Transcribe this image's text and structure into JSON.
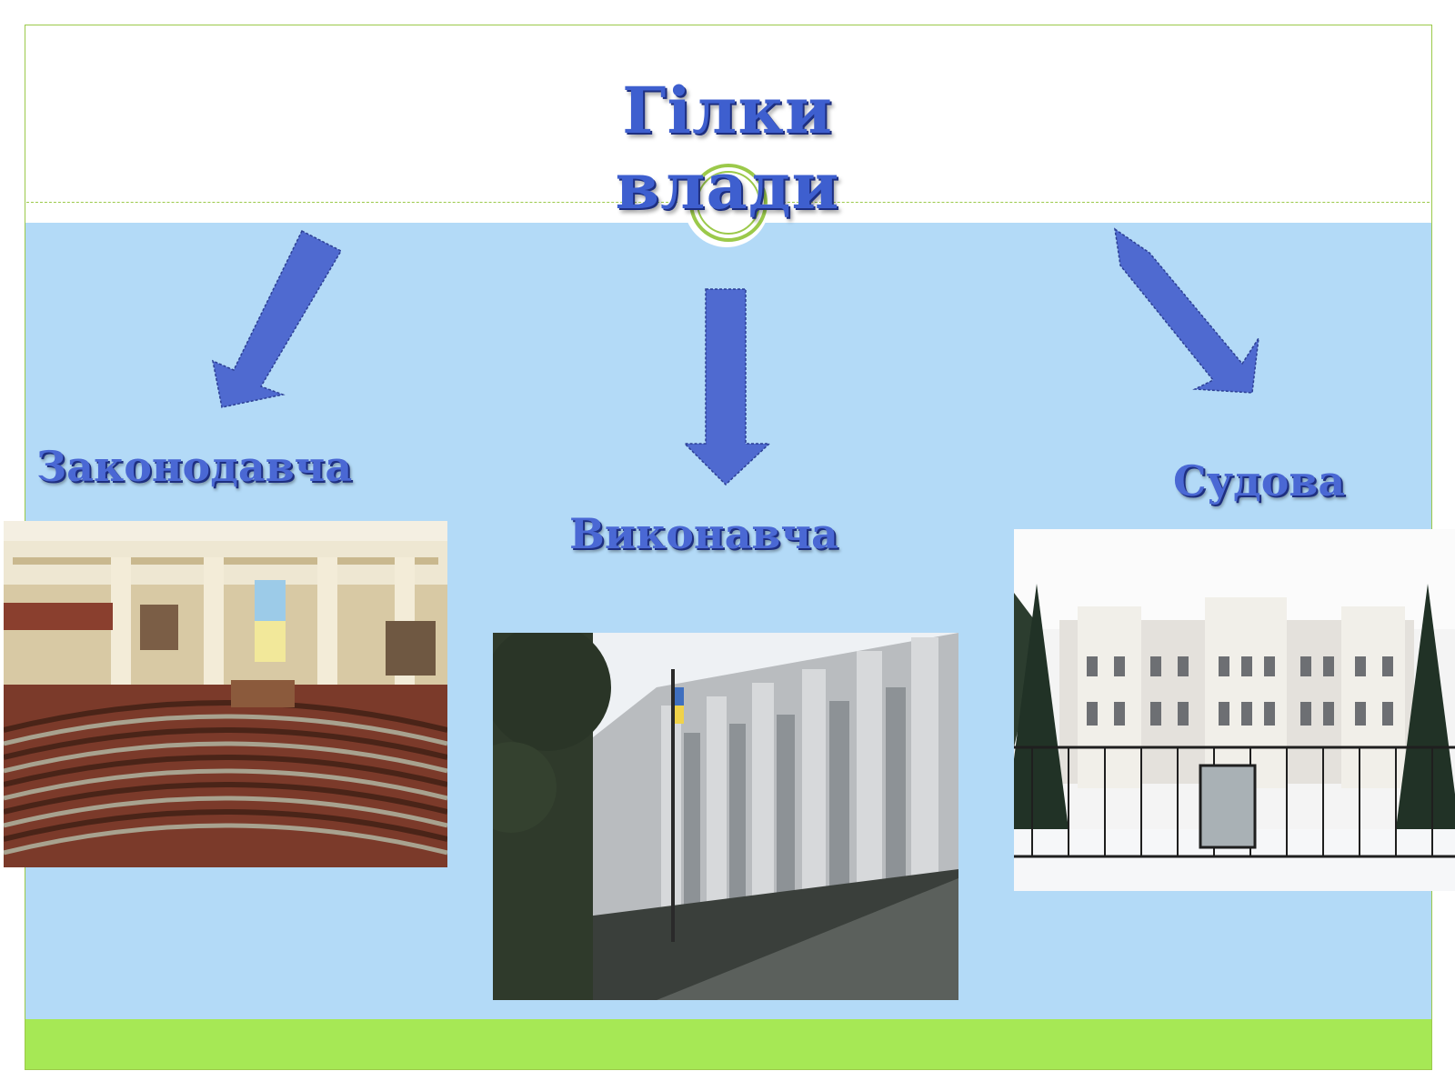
{
  "slide": {
    "title": "Гілки влади",
    "branches": [
      {
        "label": "Законодавча",
        "photo": "parliament-hall-photo"
      },
      {
        "label": "Виконавча",
        "photo": "government-building-photo"
      },
      {
        "label": "Судова",
        "photo": "court-building-photo"
      }
    ]
  },
  "colors": {
    "arrow": "#4f6ad0",
    "blue_area": "#b3daf7",
    "green_band": "#a6e855",
    "frame": "#9bc94a",
    "title": "#3e5fcf"
  }
}
